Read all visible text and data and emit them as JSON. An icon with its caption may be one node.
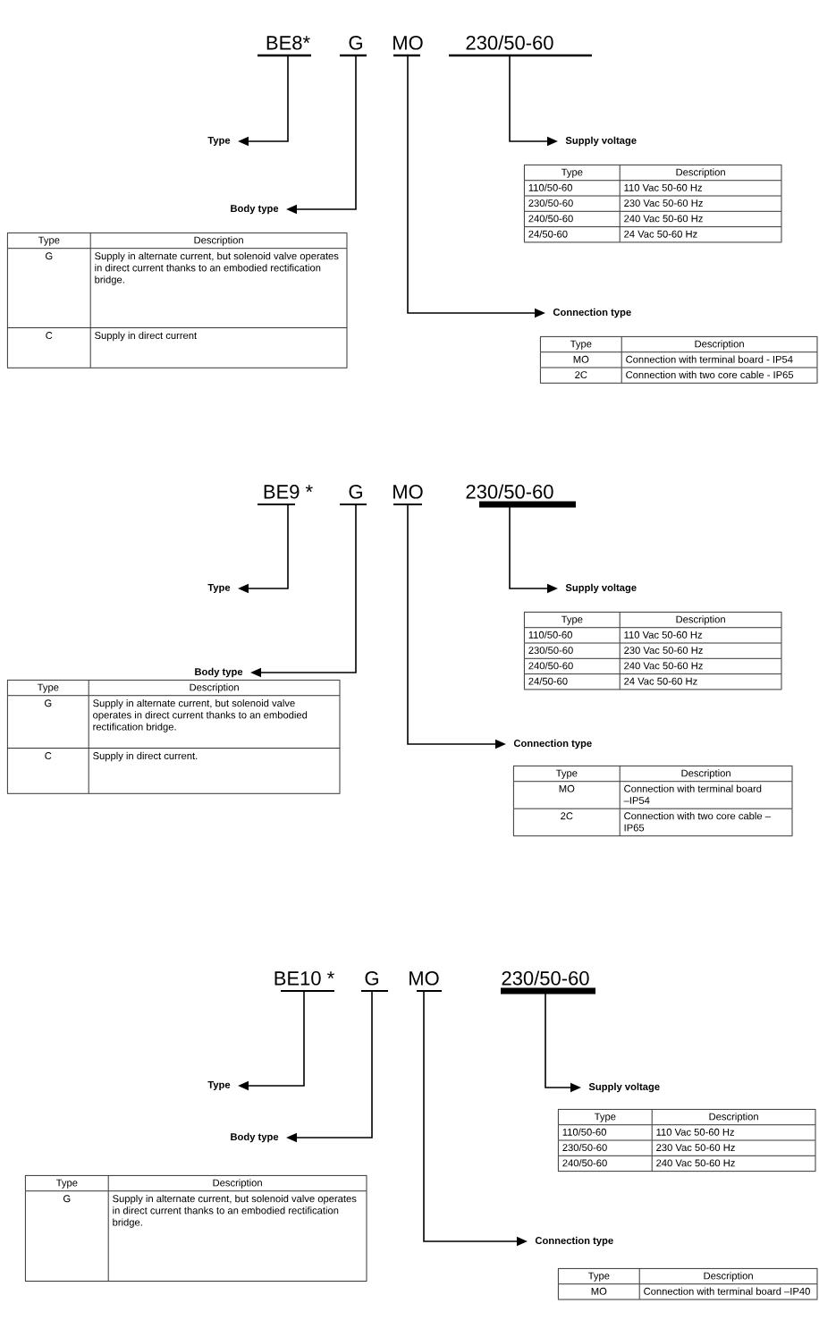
{
  "diagram": {
    "nodes": [
      {
        "text": [
          "BE8*"
        ]
      },
      {
        "text": [
          "G"
        ]
      },
      {
        "text": [
          "MO"
        ]
      },
      {
        "text": [
          "230/50-60"
        ]
      },
      {
        "text": [
          "Type"
        ]
      },
      {
        "text": [
          "Supply voltage"
        ]
      },
      {
        "text": [
          "Type",
          "Description",
          "110/50-60",
          "110 Vac 50-60 Hz",
          "230/50-60",
          "230 Vac 50-60 Hz",
          "240/50-60",
          "240 Vac 50-60 Hz",
          "24/50-60",
          "24 Vac 50-60 Hz"
        ]
      },
      {
        "text": [
          "Body type"
        ]
      },
      {
        "text": [
          "Type",
          "Description",
          "G",
          "Supply in alternate current, but solenoid valve operates in direct current thanks to an embodied rectification bridge.",
          "C",
          "Supply in direct current"
        ]
      },
      {
        "text": [
          "Connection type"
        ]
      },
      {
        "text": [
          "Type",
          "Description",
          "MO",
          "Connection with terminal board - IP54",
          "2C",
          "Connection with two core cable - IP65"
        ]
      },
      {
        "text": [
          "BE9 *"
        ]
      },
      {
        "text": [
          "G"
        ]
      },
      {
        "text": [
          "MO"
        ]
      },
      {
        "text": [
          "230/50-60"
        ]
      },
      {
        "text": [
          "Type"
        ]
      },
      {
        "text": [
          "Supply voltage"
        ]
      },
      {
        "text": [
          "Type",
          "Description",
          "110/50-60",
          "110 Vac 50-60 Hz",
          "230/50-60",
          "230 Vac 50-60 Hz",
          "240/50-60",
          "240 Vac 50-60 Hz",
          "24/50-60",
          "24 Vac 50-60 Hz"
        ]
      },
      {
        "text": [
          "Body type"
        ]
      },
      {
        "text": [
          "Type",
          "Description",
          "G",
          "Supply in alternate current, but solenoid valve operates in direct current thanks to an embodied rectification bridge.",
          "C",
          "Supply in direct current."
        ]
      },
      {
        "text": [
          "Connection type"
        ]
      },
      {
        "text": [
          "Type",
          "Description",
          "MO",
          "Connection with terminal board –IP54",
          "2C",
          "Connection with two core cable – IP65"
        ]
      },
      {
        "text": [
          "BE10 *"
        ]
      },
      {
        "text": [
          "G"
        ]
      },
      {
        "text": [
          "MO"
        ]
      },
      {
        "text": [
          "230/50-60"
        ]
      },
      {
        "text": [
          "Type"
        ]
      },
      {
        "text": [
          "Supply voltage"
        ]
      },
      {
        "text": [
          "Type",
          "Description",
          "110/50-60",
          "110 Vac 50-60 Hz",
          "230/50-60",
          "230 Vac 50-60 Hz",
          "240/50-60",
          "240 Vac 50-60 Hz"
        ]
      },
      {
        "text": [
          "Body type"
        ]
      },
      {
        "text": [
          "Type",
          "Description",
          "G",
          "Supply in alternate current, but solenoid valve operates in direct current thanks to an embodied rectification bridge."
        ]
      },
      {
        "text": [
          "Connection type"
        ]
      },
      {
        "text": [
          "Type",
          "Description",
          "MO",
          "Connection with terminal board –IP40"
        ]
      }
    ],
    "edges": [
      {
        "from": 0,
        "to": 4,
        "arrow": "to"
      },
      {
        "from": 1,
        "to": 7,
        "arrow": "to"
      },
      {
        "from": 2,
        "to": 9,
        "arrow": "to"
      },
      {
        "from": 3,
        "to": 5,
        "arrow": "to"
      },
      {
        "from": 11,
        "to": 15,
        "arrow": "to"
      },
      {
        "from": 12,
        "to": 18,
        "arrow": "to"
      },
      {
        "from": 13,
        "to": 20,
        "arrow": "to"
      },
      {
        "from": 14,
        "to": 16,
        "arrow": "to"
      },
      {
        "from": 22,
        "to": 26,
        "arrow": "to"
      },
      {
        "from": 23,
        "to": 29,
        "arrow": "to"
      },
      {
        "from": 24,
        "to": 31,
        "arrow": "to"
      },
      {
        "from": 25,
        "to": 27,
        "arrow": "to"
      }
    ]
  }
}
